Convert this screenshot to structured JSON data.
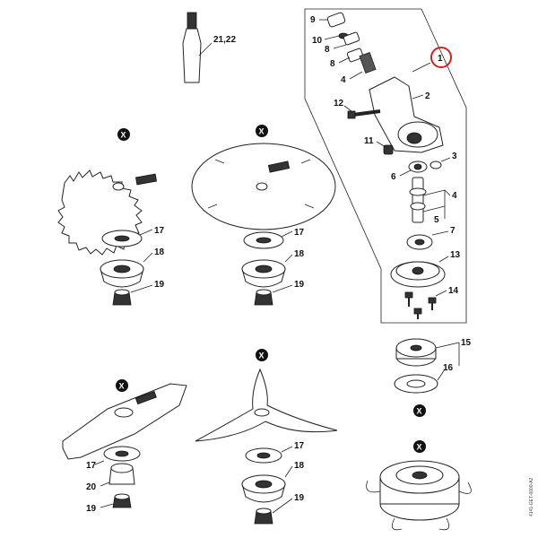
{
  "labels": {
    "l_2122": "21,22",
    "l_1": "1",
    "l_9": "9",
    "l_10": "10",
    "l_8a": "8",
    "l_8b": "8",
    "l_4a": "4",
    "l_2": "2",
    "l_12": "12",
    "l_11": "11",
    "l_3": "3",
    "l_6": "6",
    "l_4b": "4",
    "l_5": "5",
    "l_7": "7",
    "l_13": "13",
    "l_14": "14",
    "l_15": "15",
    "l_16": "16",
    "l_17a": "17",
    "l_18a": "18",
    "l_19a": "19",
    "l_17b": "17",
    "l_18b": "18",
    "l_19b": "19",
    "l_17c": "17",
    "l_20": "20",
    "l_19c": "19",
    "l_18c": "18",
    "l_19d": "19"
  },
  "xmark": "X",
  "drawing_number": "4141-GET-0000-A2",
  "colors": {
    "ink": "#222222",
    "callout_ring": "#cc2222",
    "badge": "#111111"
  }
}
